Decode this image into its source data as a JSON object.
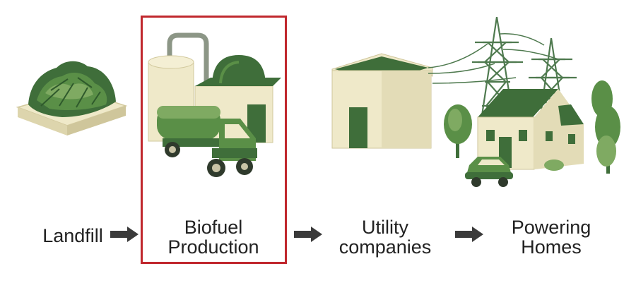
{
  "steps": [
    {
      "lines": [
        "Landfill"
      ]
    },
    {
      "lines": [
        "Biofuel",
        "Production"
      ]
    },
    {
      "lines": [
        "Utility",
        "companies"
      ]
    },
    {
      "lines": [
        "Powering",
        "Homes"
      ]
    }
  ],
  "colors": {
    "dark_green": "#3f6e3a",
    "mid_green": "#5a8f47",
    "light_green": "#7faa62",
    "cream": "#efe9c9",
    "cream_shade": "#ddd5ad",
    "arrow": "#3a3a3a",
    "highlight": "#c0272d"
  },
  "icons": [
    "landfill-icon",
    "biofuel-plant-icon",
    "tanker-truck-icon",
    "utility-building-icon",
    "power-tower-icon",
    "house-icon",
    "car-icon",
    "tree-icon",
    "arrow-right-icon"
  ]
}
